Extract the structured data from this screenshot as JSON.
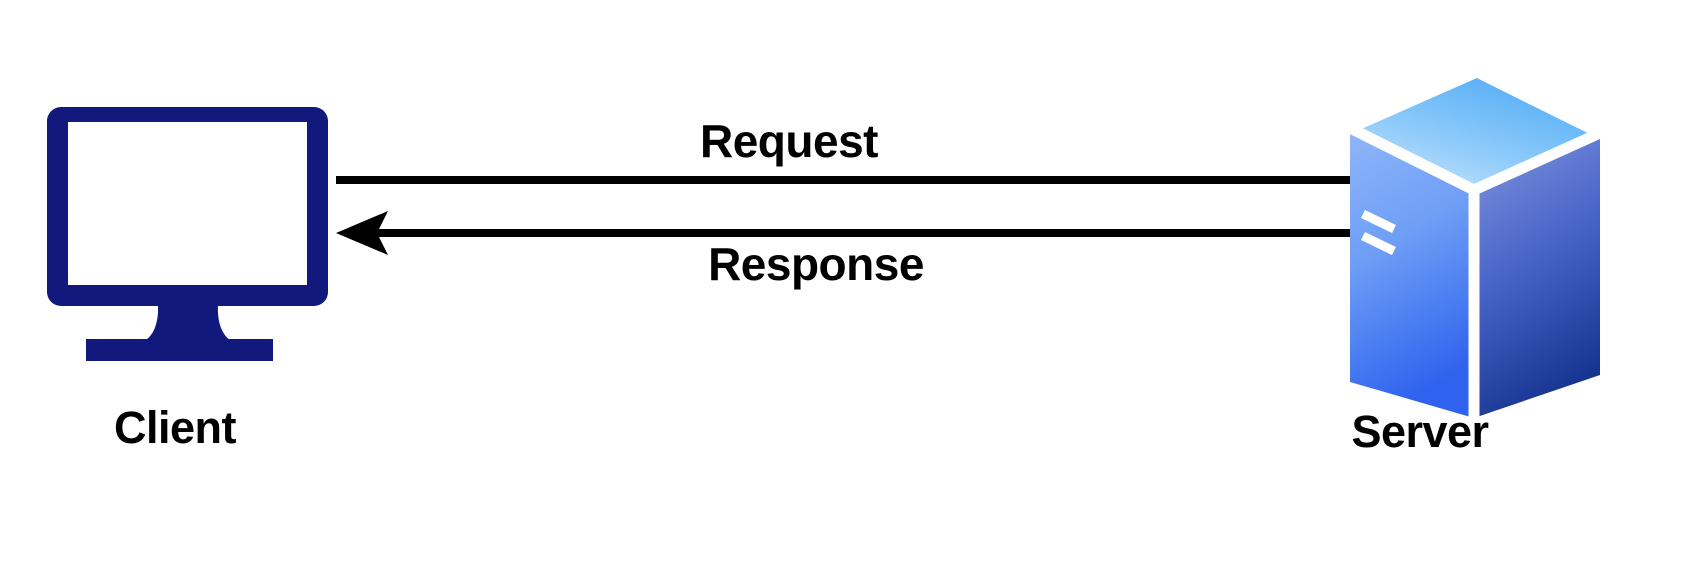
{
  "diagram": {
    "type": "client-server-request-response",
    "background": "#ffffff",
    "nodes": [
      {
        "id": "client",
        "label": "Client",
        "icon": "desktop-monitor-icon",
        "color": "#111a7c"
      },
      {
        "id": "server",
        "label": "Server",
        "icon": "server-tower-icon",
        "colors": {
          "front_top": "#7fa9f7",
          "front_bottom": "#3366ee",
          "top_light": "#64b6f7",
          "top_pale": "#bfe0fd",
          "side_top": "#6f85d6",
          "side_bottom": "#1a349a",
          "seam": "#ffffff"
        }
      }
    ],
    "edges": [
      {
        "id": "request",
        "label": "Request",
        "from": "client",
        "to": "server",
        "direction": "right",
        "color": "#000000"
      },
      {
        "id": "response",
        "label": "Response",
        "from": "server",
        "to": "client",
        "direction": "left",
        "color": "#000000"
      }
    ]
  }
}
